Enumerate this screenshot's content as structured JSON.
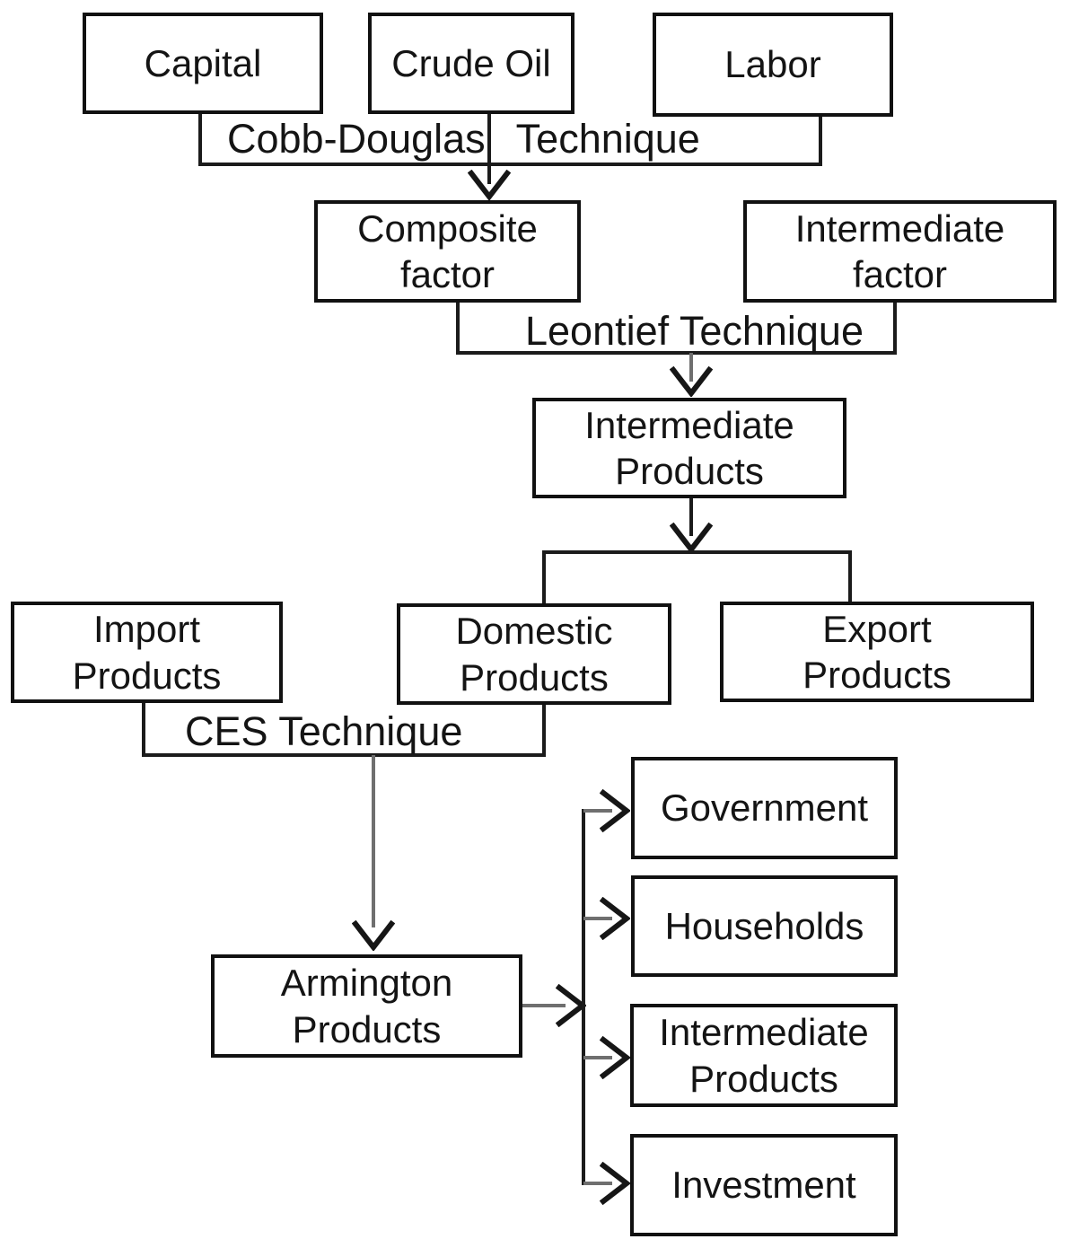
{
  "diagram": {
    "nodes": {
      "capital": {
        "label": "Capital"
      },
      "crude_oil": {
        "label": "Crude Oil"
      },
      "labor": {
        "label": "Labor"
      },
      "composite_factor": {
        "label": "Composite\nfactor"
      },
      "intermediate_factor": {
        "label": "Intermediate\nfactor"
      },
      "intermediate_products": {
        "label": "Intermediate\nProducts"
      },
      "import_products": {
        "label": "Import\nProducts"
      },
      "domestic_products": {
        "label": "Domestic\nProducts"
      },
      "export_products": {
        "label": "Export\nProducts"
      },
      "armington_products": {
        "label": "Armington\nProducts"
      },
      "government": {
        "label": "Government"
      },
      "households": {
        "label": "Households"
      },
      "intermediate_products_demand": {
        "label": "Intermediate\nProducts"
      },
      "investment": {
        "label": "Investment"
      }
    },
    "techniques": {
      "cobb_douglas": {
        "part1": "Cobb-Douglas",
        "part2": "Technique"
      },
      "leontief": {
        "label": "Leontief Technique"
      },
      "ces": {
        "label": "CES Technique"
      }
    },
    "colors": {
      "background": "#ffffff",
      "box_border": "#111111",
      "text": "#141414",
      "line": "#1b1b1b",
      "arrow_shaft_gray": "#6f6f6f"
    }
  }
}
